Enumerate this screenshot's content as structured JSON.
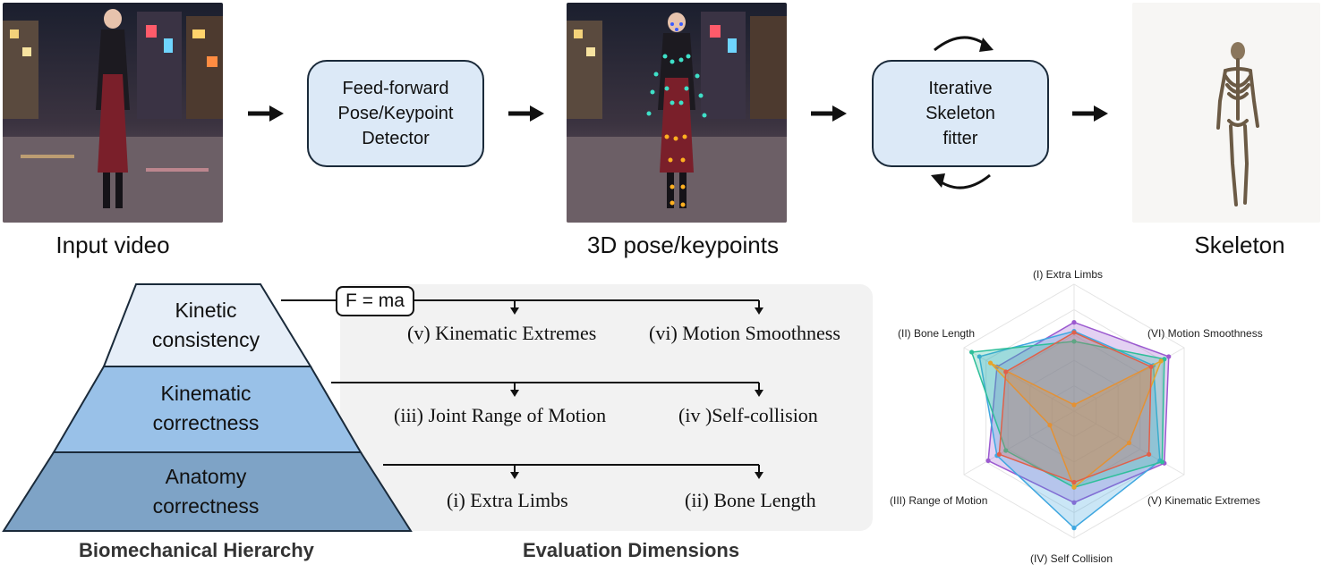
{
  "pipeline": {
    "input_caption": "Input video",
    "detector_label": "Feed-forward\nPose/Keypoint\nDetector",
    "keypoints_caption": "3D pose/keypoints",
    "fitter_label": "Iterative\nSkeleton\nfitter",
    "skeleton_caption": "Skeleton"
  },
  "hierarchy": {
    "title": "Biomechanical Hierarchy",
    "levels": [
      {
        "label": "Kinetic\nconsistency",
        "color": "#e6eef8"
      },
      {
        "label": "Kinematic\ncorrectness",
        "color": "#99c1e8"
      },
      {
        "label": "Anatomy\ncorrectness",
        "color": "#7ea3c6"
      }
    ],
    "formula": "F = ma"
  },
  "evaluation": {
    "title": "Evaluation Dimensions",
    "rows": [
      {
        "left": "(v) Kinematic Extremes",
        "right": "(vi) Motion Smoothness"
      },
      {
        "left": "(iii) Joint Range of Motion",
        "right": "(iv )Self-collision"
      },
      {
        "left": "(i) Extra Limbs",
        "right": "(ii) Bone Length"
      }
    ]
  },
  "chart_data": {
    "type": "radar",
    "axes": [
      "(I) Extra Limbs",
      "(VI) Motion Smoothness",
      "(V) Kinematic Extremes",
      "(IV) Self Collision",
      "(III) Range of Motion",
      "(II) Bone Length"
    ],
    "rmax": 1.0,
    "grid_levels": 5,
    "series": [
      {
        "color": "#9b59d0",
        "values": [
          0.7,
          0.86,
          0.82,
          0.72,
          0.78,
          0.7
        ]
      },
      {
        "color": "#3fa7e0",
        "values": [
          0.63,
          0.72,
          0.78,
          0.92,
          0.7,
          0.86
        ]
      },
      {
        "color": "#2fbf9a",
        "values": [
          0.55,
          0.82,
          0.8,
          0.6,
          0.62,
          0.93
        ]
      },
      {
        "color": "#e6a42b",
        "values": [
          0.05,
          0.79,
          0.5,
          0.6,
          0.22,
          0.76
        ]
      },
      {
        "color": "#e0604a",
        "values": [
          0.62,
          0.7,
          0.68,
          0.56,
          0.68,
          0.62
        ]
      }
    ]
  }
}
